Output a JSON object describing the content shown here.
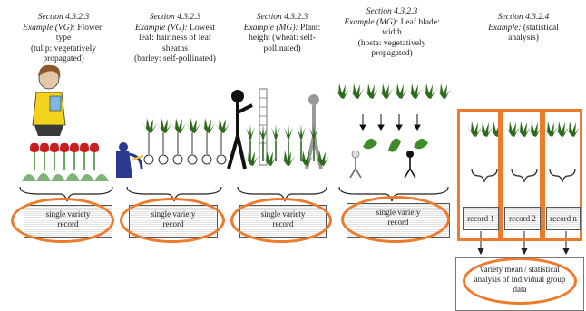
{
  "headers": [
    {
      "section": "Section 4.3.2.3",
      "example_tag": "Example (VG):",
      "line1": "Flower:",
      "line2": "type",
      "line3": "(tulip:  vegetatively",
      "line4": "propagated)"
    },
    {
      "section": "Section 4.3.2.3",
      "example_tag": "Example (VG):",
      "line1": "Lowest",
      "line2": "leaf:  hairiness  of leaf",
      "line3": "sheaths",
      "line4": "(barley:  self-pollinated)"
    },
    {
      "section": "Section 4.3.2.3",
      "example_tag": "Example (MG):",
      "line1": "Plant:",
      "line2": "height  (wheat:  self-",
      "line3": "pollinated)",
      "line4": ""
    },
    {
      "section": "Section 4.3.2.3",
      "example_tag": "Example (MG):",
      "line1": "Leaf blade:",
      "line2": "width",
      "line3": "(hosta: vegetatively",
      "line4": "propagated)"
    },
    {
      "section": "Section 4.3.2.4",
      "example_tag": "Example:",
      "line1": "(statistical",
      "line2": "analysis)",
      "line3": "",
      "line4": ""
    }
  ],
  "records": [
    {
      "line1": "single  variety",
      "line2": "record"
    },
    {
      "line1": "single  variety",
      "line2": "record"
    },
    {
      "line1": "single  variety",
      "line2": "record"
    },
    {
      "line1": "single variety",
      "line2": "record"
    }
  ],
  "group_records": [
    "record 1",
    "record 2",
    "record n"
  ],
  "summary": {
    "line1": "variety  mean / statistical",
    "line2": "analysis  of individual  group",
    "line3": "data"
  },
  "colors": {
    "highlight": "#ee7a2b",
    "plant": "#2e6b1f",
    "flower": "#c81e1e"
  }
}
